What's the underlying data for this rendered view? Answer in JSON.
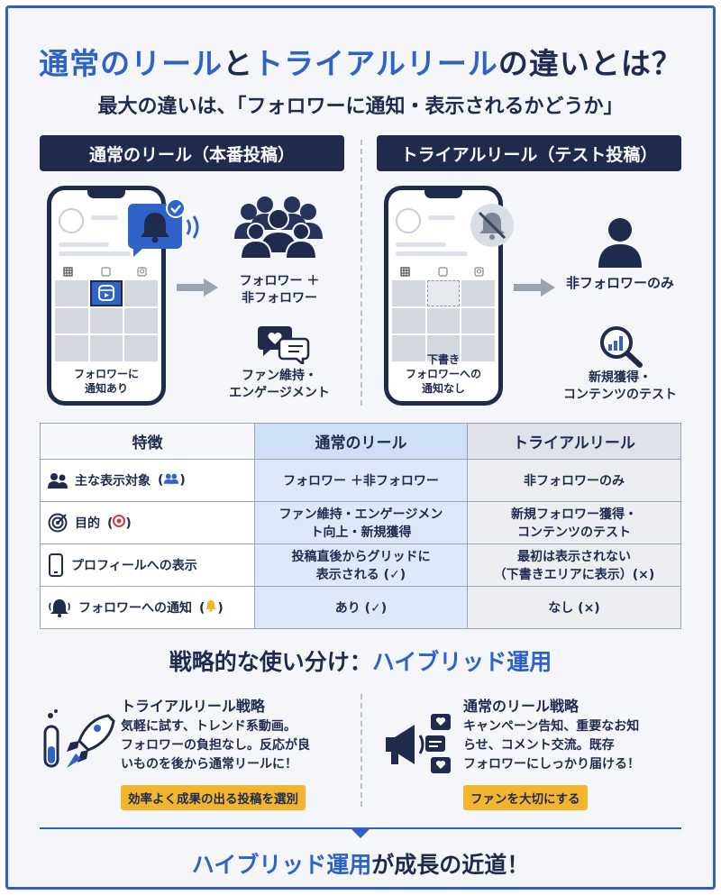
{
  "title": {
    "part1": "通常のリール",
    "part2": "と",
    "part3": "トライアルリール",
    "part4": "の違いとは？"
  },
  "subtitle": "最大の違いは、「フォロワーに通知・表示されるかどうか」",
  "normal": {
    "header": "通常のリール（本番投稿）",
    "phone_caption": [
      "フォロワーに",
      "通知あり"
    ],
    "audience_label": [
      "フォロワー ＋",
      "非フォロワー"
    ],
    "purpose_label": [
      "ファン維持・",
      "エンゲージメント"
    ]
  },
  "trial": {
    "header": "トライアルリール（テスト投稿）",
    "phone_caption": [
      "下書き",
      "フォロワーへの",
      "通知なし"
    ],
    "audience_label": "非フォロワーのみ",
    "purpose_label": [
      "新規獲得・",
      "コンテンツのテスト"
    ]
  },
  "table": {
    "headers": [
      "特徴",
      "通常のリール",
      "トライアルリール"
    ],
    "rows": [
      {
        "feature": "主な表示対象",
        "normal": [
          "フォロワー ＋非フォロワー"
        ],
        "trial": [
          "非フォロワーのみ"
        ]
      },
      {
        "feature": "目的",
        "normal": [
          "ファン維持・エンゲージメン",
          "ト向上・新規獲得"
        ],
        "trial": [
          "新規フォロワー獲得・",
          "コンテンツのテスト"
        ]
      },
      {
        "feature": "プロフィールへの表示",
        "normal": [
          "投稿直後からグリッドに",
          "表示される (✓)"
        ],
        "trial": [
          "最初は表示されない",
          "（下書きエリアに表示）(×)"
        ]
      },
      {
        "feature": "フォロワーへの通知",
        "normal": [
          "あり (✓)"
        ],
        "trial": [
          "なし (×)"
        ]
      }
    ]
  },
  "strategy": {
    "title_part1": "戦略的な使い分け：",
    "title_part2": "ハイブリッド運用",
    "trial": {
      "heading": "トライアルリール戦略",
      "body": [
        "気軽に試す、トレンド系動画。",
        "フォロワーの負担なし。反応が良",
        "いものを後から通常リールに！"
      ],
      "badge": "効率よく成果の出る投稿を選別"
    },
    "normal": {
      "heading": "通常のリール戦略",
      "body": [
        "キャンペーン告知、重要なお知",
        "らせ、コメント交流。既存",
        "フォロワーにしっかり届ける！"
      ],
      "badge": "ファンを大切にする"
    }
  },
  "conclusion": {
    "part1": "ハイブリッド運用",
    "part2": "が成長の近道！"
  },
  "colors": {
    "navy": "#1f2b4d",
    "blue": "#2d62c8",
    "accent_yellow": "#f4b52e",
    "normal_col": "#dde8f9",
    "trial_col": "#eceef2"
  },
  "icons": [
    "bell-icon",
    "check-badge-icon",
    "muted-bell-icon",
    "group-icon",
    "person-icon",
    "chat-heart-icon",
    "analytics-magnifier-icon",
    "reels-icon",
    "users-icon",
    "target-icon",
    "phone-icon",
    "notification-bell-icon",
    "test-tube-icon",
    "rocket-icon",
    "megaphone-icon",
    "heart-bubble-icon"
  ]
}
